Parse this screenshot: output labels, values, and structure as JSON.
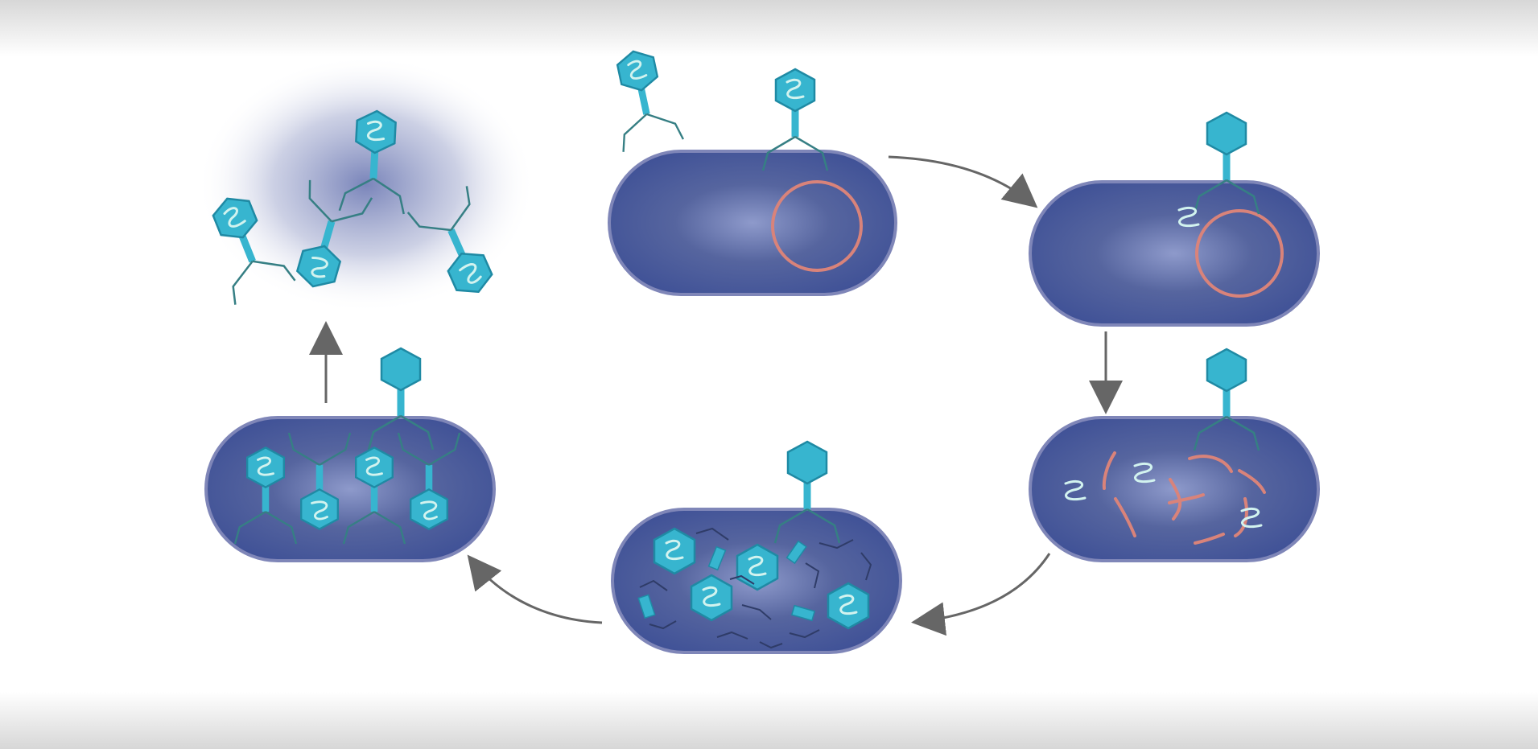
{
  "diagram": {
    "kind": "bacteriophage lytic cycle",
    "labels": [],
    "stages": [
      {
        "id": "attachment",
        "icons": [
          "bacterium-icon",
          "bacteriophage-icon"
        ]
      },
      {
        "id": "injection",
        "icons": [
          "bacterium-icon",
          "bacteriophage-icon",
          "viral-dna-icon"
        ]
      },
      {
        "id": "host-dna-breakdown",
        "icons": [
          "bacterium-icon",
          "bacteriophage-icon",
          "host-dna-fragment-icon"
        ]
      },
      {
        "id": "synthesis",
        "icons": [
          "bacterium-icon",
          "phage-head-icon",
          "phage-tail-icon"
        ]
      },
      {
        "id": "assembly",
        "icons": [
          "bacterium-icon",
          "assembled-phage-icon"
        ]
      },
      {
        "id": "release",
        "icons": [
          "released-phage-icon"
        ]
      }
    ],
    "colors": {
      "background": "#ffffff",
      "cell_fill": "#3e5096",
      "cell_center": "#8e9acb",
      "cell_outline": "#7f86b8",
      "phage_fill": "#37b5cf",
      "phage_stroke": "#1f8aa4",
      "phage_dna": "#d2f3ef",
      "host_dna": "#d9837a",
      "arrow": "#666666",
      "release_glow": "#4d5ca3"
    }
  }
}
